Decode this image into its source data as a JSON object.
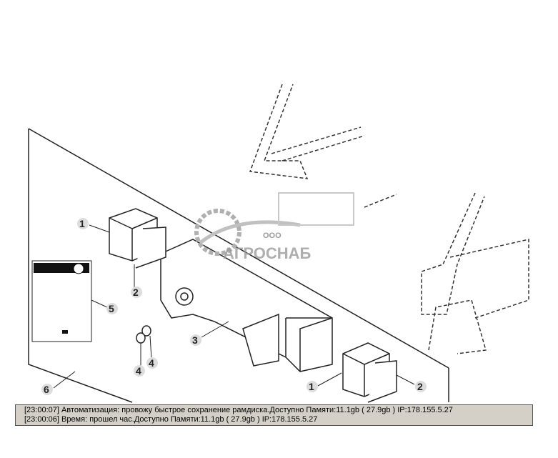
{
  "diagram": {
    "callouts": [
      "1",
      "2",
      "3",
      "4",
      "4",
      "5",
      "6",
      "1",
      "2"
    ],
    "watermark": {
      "prefix": "ООО",
      "name": "АГРОСНАБ"
    }
  },
  "log": {
    "lines": [
      "[23:00:07]  Автоматизация: провожу быстрое сохранение рамдиска.Доступно Памяти:11.1gb  ( 27.9gb ) IP:178.155.5.27",
      "[23:00:06]  Время: прошел час.Доступно Памяти:11.1gb  ( 27.9gb ) IP:178.155.5.27"
    ]
  }
}
